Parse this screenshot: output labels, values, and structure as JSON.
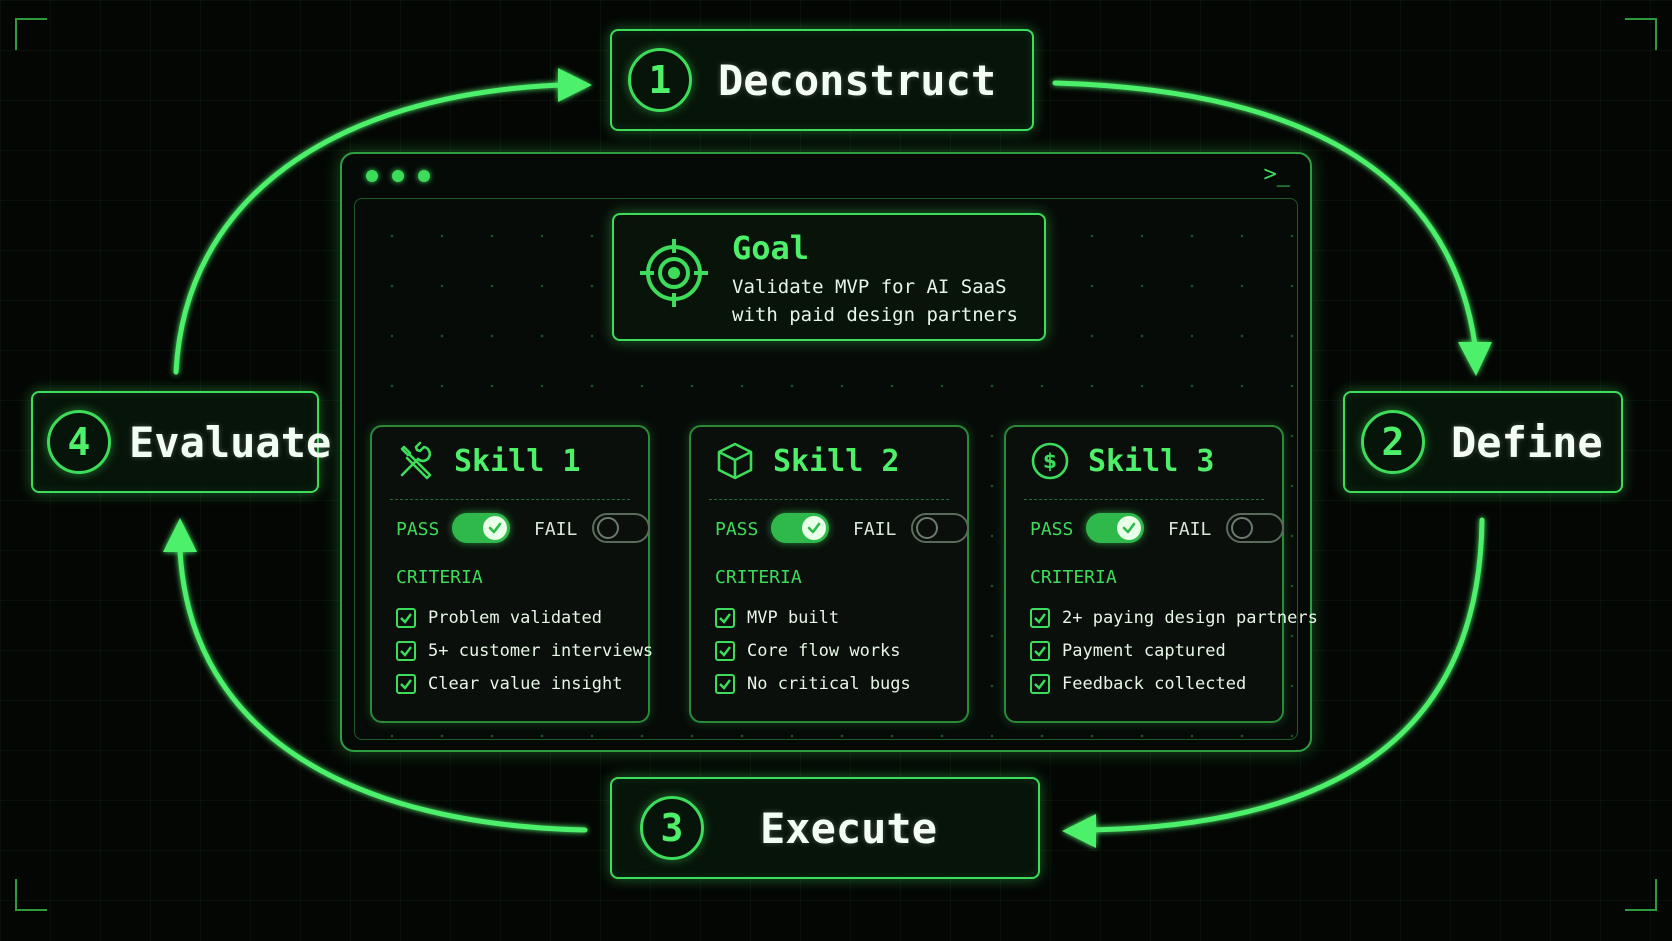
{
  "steps": [
    {
      "number": "1",
      "label": "Deconstruct"
    },
    {
      "number": "2",
      "label": "Define"
    },
    {
      "number": "3",
      "label": "Execute"
    },
    {
      "number": "4",
      "label": "Evaluate"
    }
  ],
  "window": {
    "prompt": ">_"
  },
  "goal": {
    "title": "Goal",
    "line1": "Validate MVP for AI SaaS",
    "line2": "with paid design partners",
    "icon": "target-icon"
  },
  "skills": [
    {
      "title": "Skill 1",
      "icon": "tools-icon",
      "pass_label": "PASS",
      "fail_label": "FAIL",
      "criteria_title": "CRITERIA",
      "criteria": [
        "Problem validated",
        "5+ customer interviews",
        "Clear value insight"
      ]
    },
    {
      "title": "Skill 2",
      "icon": "cube-icon",
      "pass_label": "PASS",
      "fail_label": "FAIL",
      "criteria_title": "CRITERIA",
      "criteria": [
        "MVP built",
        "Core flow works",
        "No critical bugs"
      ]
    },
    {
      "title": "Skill 3",
      "icon": "dollar-icon",
      "pass_label": "PASS",
      "fail_label": "FAIL",
      "criteria_title": "CRITERIA",
      "criteria": [
        "2+ paying design partners",
        "Payment captured",
        "Feedback collected"
      ]
    }
  ],
  "colors": {
    "accent": "#3ddc5a",
    "background": "#040604"
  }
}
